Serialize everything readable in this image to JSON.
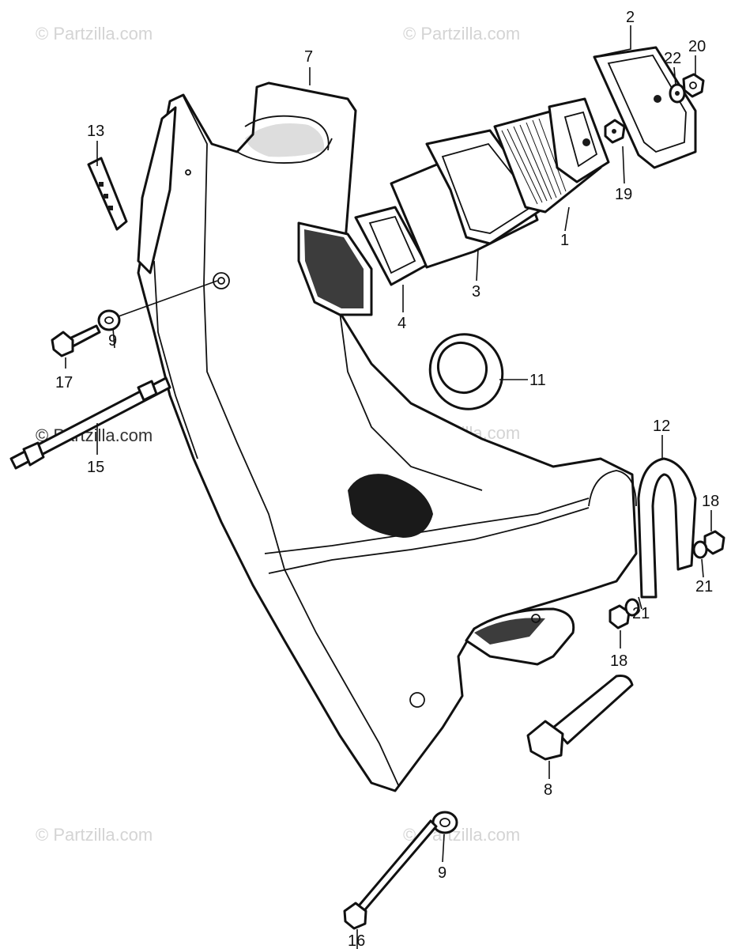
{
  "watermark": "© Partzilla.com",
  "callouts": [
    "1",
    "2",
    "3",
    "4",
    "7",
    "8",
    "9",
    "9",
    "11",
    "12",
    "13",
    "15",
    "16",
    "17",
    "18",
    "18",
    "19",
    "20",
    "21",
    "21",
    "22"
  ]
}
